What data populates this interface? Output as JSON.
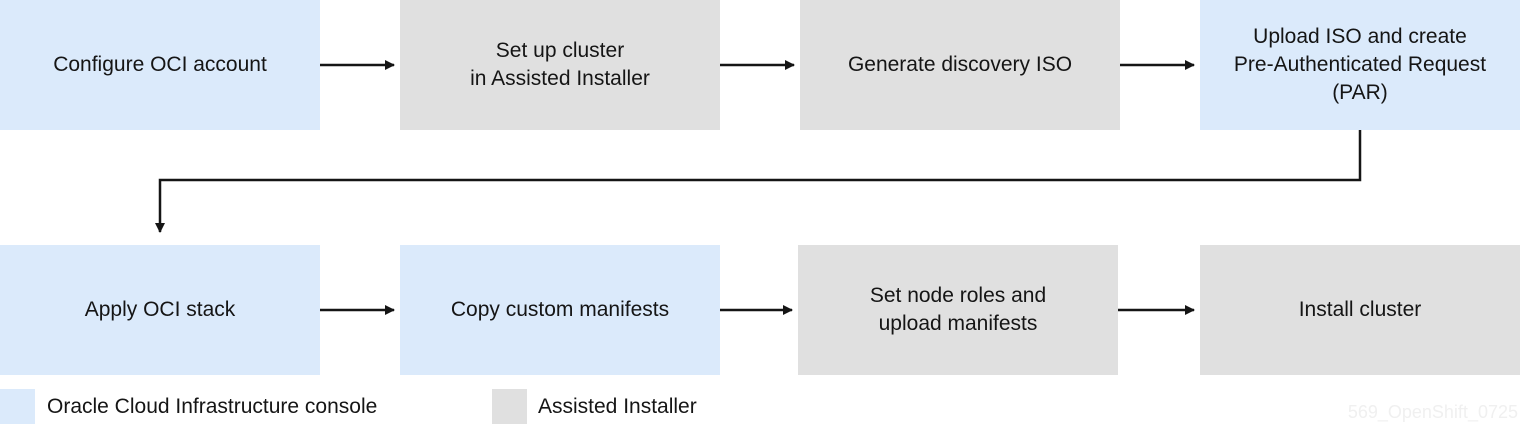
{
  "colors": {
    "oci": "#dbeafb",
    "assisted": "#e0e0e0",
    "arrow": "#151515"
  },
  "steps": [
    {
      "label": "Configure OCI account",
      "group": "oci"
    },
    {
      "label": "Set up cluster\nin Assisted Installer",
      "group": "assisted"
    },
    {
      "label": "Generate discovery ISO",
      "group": "assisted"
    },
    {
      "label": "Upload ISO and create\nPre-Authenticated Request\n(PAR)",
      "group": "oci"
    },
    {
      "label": "Apply OCI stack",
      "group": "oci"
    },
    {
      "label": "Copy custom manifests",
      "group": "oci"
    },
    {
      "label": "Set node roles and\nupload manifests",
      "group": "assisted"
    },
    {
      "label": "Install cluster",
      "group": "assisted"
    }
  ],
  "legend": {
    "oci_label": "Oracle Cloud Infrastructure console",
    "assisted_label": "Assisted Installer"
  },
  "watermark": "569_OpenShift_0725"
}
